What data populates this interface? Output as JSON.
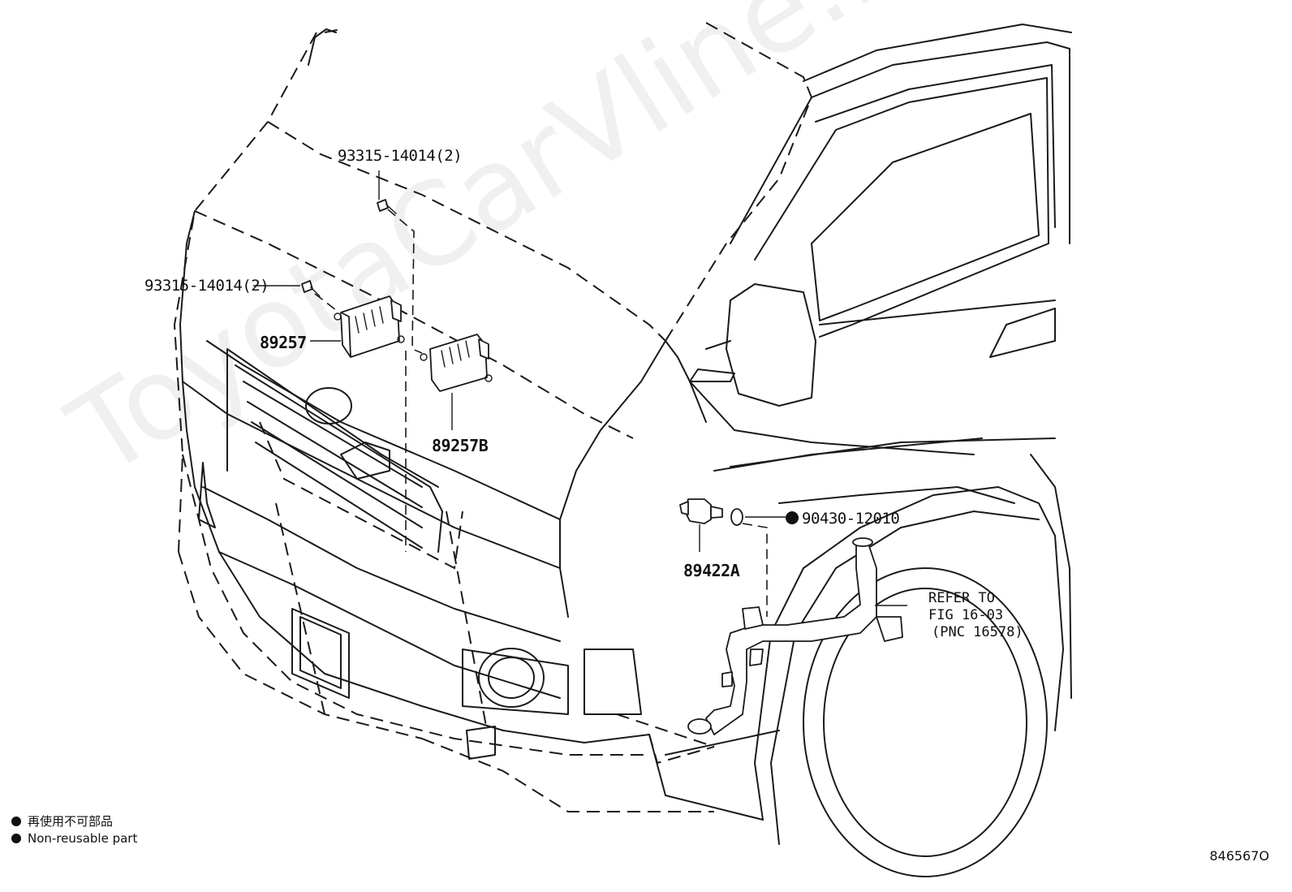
{
  "callouts": {
    "bolt_top": "93315-14014(2)",
    "bolt_left": "93315-14014(2)",
    "relay_left": "89257",
    "relay_right": "89257B",
    "switch": "89422A",
    "gasket": "90430-12010"
  },
  "reference": {
    "line1": "REFER TO",
    "line2": "FIG 16-03",
    "line3": "(PNC 16578)"
  },
  "legend": {
    "jp": "再使用不可部品",
    "en": "Non-reusable part"
  },
  "diagram_id": "846567O",
  "watermark": "ToyotaCarVline.ru",
  "colors": {
    "line": "#1a1a1a",
    "background": "#ffffff",
    "watermark": "rgba(0,0,0,0.06)"
  }
}
